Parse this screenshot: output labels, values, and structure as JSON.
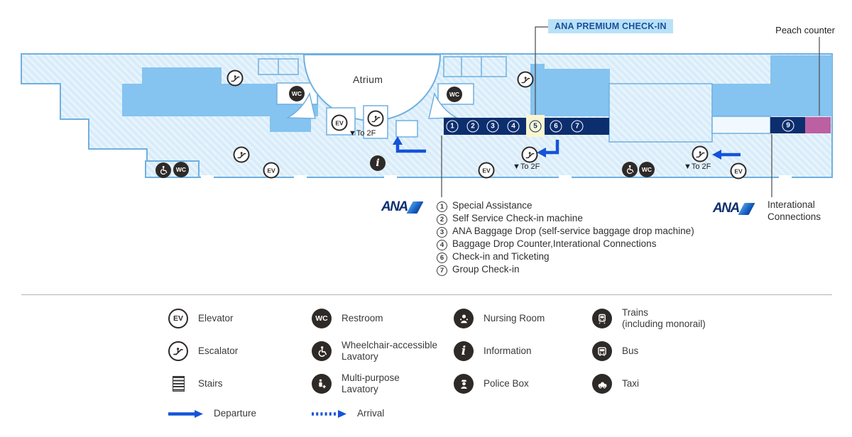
{
  "map": {
    "premium_checkin_label": "ANA PREMIUM CHECK-IN",
    "peach_counter_label": "Peach counter",
    "atrium_label": "Atrium",
    "to_2f": "▼To 2F",
    "ana_logo_text": "ANA",
    "icon_labels": {
      "wc": "WC",
      "ev": "EV",
      "info": "i"
    },
    "counters": {
      "numbers": [
        "1",
        "2",
        "3",
        "4",
        "5",
        "6",
        "7"
      ],
      "highlighted_number": "5",
      "right_number": "9"
    },
    "intl_connections": {
      "line1": "Interational",
      "line2": "Connections"
    },
    "services": [
      {
        "num": "1",
        "label": "Special Assistance"
      },
      {
        "num": "2",
        "label": "Self Service Check-in machine"
      },
      {
        "num": "3",
        "label": "ANA Baggage Drop (self-service baggage drop machine)"
      },
      {
        "num": "4",
        "label": "Baggage Drop Counter,Interational Connections"
      },
      {
        "num": "6",
        "label": "Check-in and Ticketing"
      },
      {
        "num": "7",
        "label": "Group Check-in"
      }
    ]
  },
  "legend": {
    "col1": [
      {
        "label": "Elevator"
      },
      {
        "label": "Escalator"
      },
      {
        "label": "Stairs"
      },
      {
        "label": "Departure"
      }
    ],
    "col2": [
      {
        "label": "Restroom"
      },
      {
        "line1": "Wheelchair-accessible",
        "line2": "Lavatory"
      },
      {
        "line1": "Multi-purpose",
        "line2": "Lavatory"
      },
      {
        "label": "Arrival"
      }
    ],
    "col3": [
      {
        "label": "Nursing Room"
      },
      {
        "label": "Information"
      },
      {
        "label": "Police Box"
      }
    ],
    "col4": [
      {
        "line1": "Trains",
        "line2": "(including monorail)"
      },
      {
        "label": "Bus"
      },
      {
        "label": "Taxi"
      }
    ]
  },
  "colors": {
    "map_fill": "#d8ecfa",
    "map_stroke": "#6fb0e0",
    "zone_blue": "#85c3f0",
    "counter_navy": "#0d2e6e",
    "highlight_yellow": "#fbf6cf",
    "peach_pink": "#bd60a1",
    "arrow_blue": "#1553d8",
    "icon_dark": "#2e2a28",
    "premium_label_bg": "#b8e1f7",
    "premium_label_text": "#1a4f9c"
  }
}
